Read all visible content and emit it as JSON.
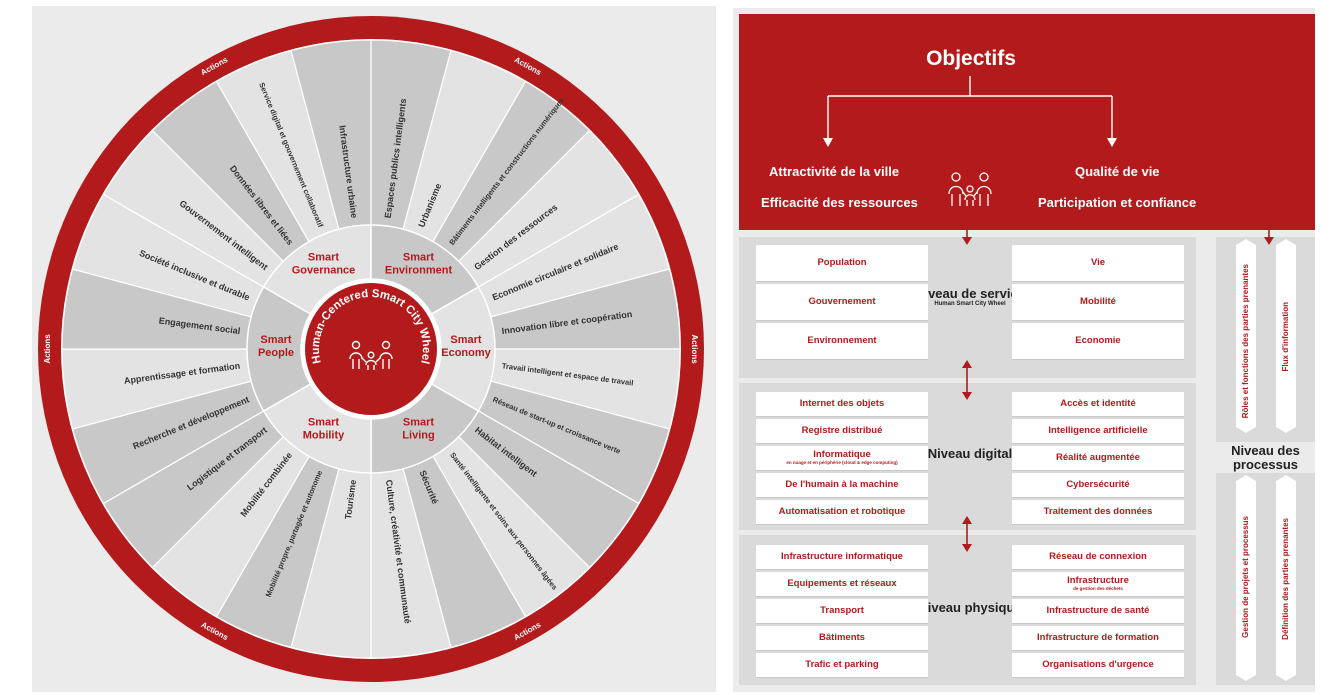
{
  "wheel": {
    "center_title": "Human-Centered Smart City Wheel",
    "ring_label": "Actions",
    "sectors": [
      {
        "name": "Smart Governance",
        "items": [
          "Gouvernement intelligent",
          "Données libres et liées",
          "Service digital et gouvernement collaboratif",
          "Infrastructure urbaine"
        ]
      },
      {
        "name": "Smart Environment",
        "items": [
          "Espaces publics intelligents",
          "Urbanisme",
          "Bâtiments intelligents et constructions numériques",
          "Gestion des ressources"
        ]
      },
      {
        "name": "Smart Economy",
        "items": [
          "Economie circulaire et solidaire",
          "Innovation libre et coopération",
          "Travail intelligent et espace de travail",
          "Réseau de start-up et croissance verte"
        ]
      },
      {
        "name": "Smart Living",
        "items": [
          "Habitat intelligent",
          "Santé intelligente et soins aux personnes âgées",
          "Sécurité",
          "Culture, créativité et communauté"
        ]
      },
      {
        "name": "Smart Mobility",
        "items": [
          "Tourisme",
          "Mobilité propre, partagée et autonome",
          "Mobilité combinée",
          "Logistique et transport"
        ]
      },
      {
        "name": "Smart People",
        "items": [
          "Recherche et développement",
          "Apprentissage et formation",
          "Engagement social",
          "Société inclusive et durable"
        ]
      }
    ],
    "colors": {
      "red": "#b21a1b",
      "dark": "#c8c8c8",
      "light": "#e3e3e3"
    }
  },
  "framework": {
    "title": "Objectifs",
    "goals_left": [
      "Attractivité de la ville",
      "Efficacité des ressources"
    ],
    "goals_right": [
      "Qualité de vie",
      "Participation et confiance"
    ],
    "service": {
      "label": "Niveau de service",
      "sub": "Human Smart City Wheel",
      "left": [
        "Population",
        "Gouvernement",
        "Environnement"
      ],
      "right": [
        "Vie",
        "Mobilité",
        "Economie"
      ]
    },
    "digital": {
      "label": "Niveau digital",
      "left": [
        "Internet des objets",
        "Registre distribué",
        "Informatique",
        "De l'humain à la machine",
        "Automatisation et robotique"
      ],
      "left_note": "en nuage et en périphérie (cloud & edge computing)",
      "right": [
        "Accès et identité",
        "Intelligence artificielle",
        "Réalité augmentée",
        "Cybersécurité",
        "Traitement des données"
      ]
    },
    "physical": {
      "label": "Niveau physique",
      "left": [
        "Infrastructure informatique",
        "Equipements et réseaux",
        "Transport",
        "Bâtiments",
        "Trafic et parking"
      ],
      "right": [
        "Réseau de connexion",
        "Infrastructure",
        "Infrastructure de santé",
        "Infrastructure de formation",
        "Organisations d'urgence"
      ],
      "right_note": "de gestion des déchets"
    },
    "process": {
      "label": "Niveau des processus",
      "top_left": "Rôles et fonctions des parties prenantes",
      "top_right": "Flux d'information",
      "bottom_left": "Gestion de projets et processus",
      "bottom_right": "Définition des parties prenantes"
    }
  }
}
